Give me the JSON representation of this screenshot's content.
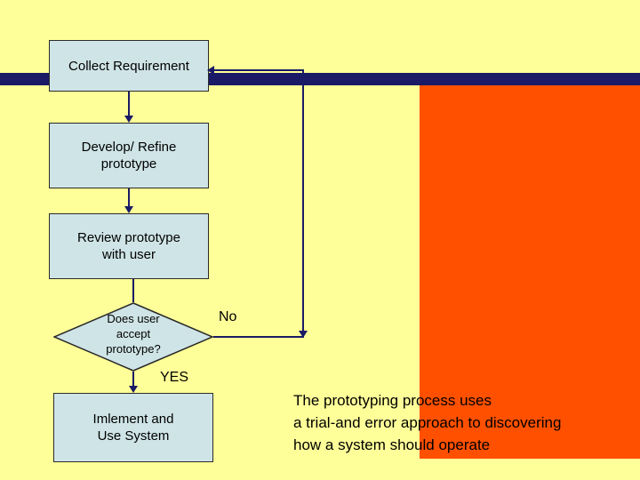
{
  "slide": {
    "background_color": "#ffff99",
    "accent_bar_color": "#1a1a66",
    "panel_color": "#ff5000",
    "box_fill_color": "#cfe4e6"
  },
  "flowchart": {
    "nodes": [
      {
        "id": "collect",
        "type": "process",
        "lines": [
          "Collect Requirement"
        ]
      },
      {
        "id": "develop",
        "type": "process",
        "lines": [
          "Develop/ Refine",
          "prototype"
        ]
      },
      {
        "id": "review",
        "type": "process",
        "lines": [
          "Review prototype",
          "with user"
        ]
      },
      {
        "id": "decision",
        "type": "decision",
        "lines": [
          "Does user",
          "accept",
          "prototype?"
        ]
      },
      {
        "id": "implement",
        "type": "process",
        "lines": [
          "Imlement and",
          "Use System"
        ]
      }
    ],
    "edge_labels": {
      "no": "No",
      "yes": "YES"
    }
  },
  "caption": {
    "lines": [
      "The prototyping process uses",
      "a trial-and error approach to discovering",
      "how a system should operate"
    ]
  }
}
